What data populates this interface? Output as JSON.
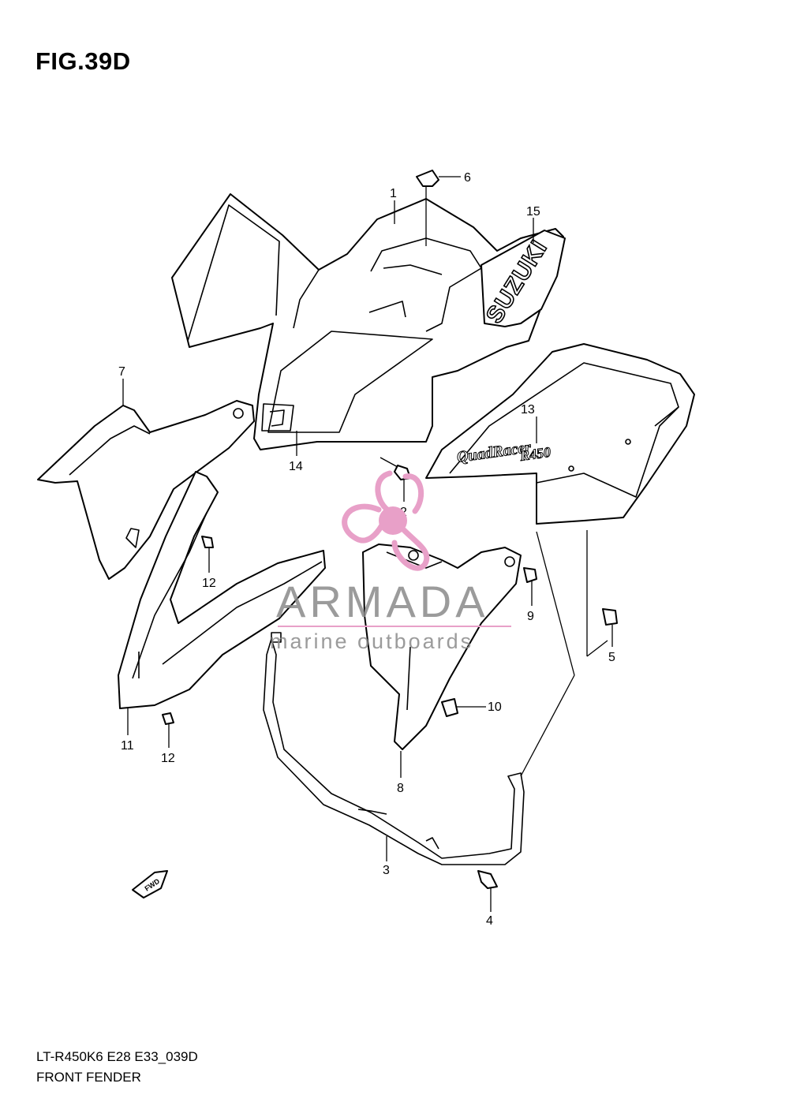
{
  "figure": {
    "title": "FIG.39D",
    "model_code": "LT-R450K6 E28 E33_039D",
    "section_name": "FRONT FENDER"
  },
  "parts": [
    {
      "ref": "1"
    },
    {
      "ref": "2"
    },
    {
      "ref": "3"
    },
    {
      "ref": "4"
    },
    {
      "ref": "5"
    },
    {
      "ref": "6"
    },
    {
      "ref": "7"
    },
    {
      "ref": "8"
    },
    {
      "ref": "9"
    },
    {
      "ref": "10"
    },
    {
      "ref": "11"
    },
    {
      "ref": "12"
    },
    {
      "ref": "12"
    },
    {
      "ref": "13"
    },
    {
      "ref": "14"
    },
    {
      "ref": "15"
    }
  ],
  "decals": {
    "brand": "SUZUKI",
    "model_line1": "QuadRacer",
    "model_line2": "R450",
    "direction": "FWD"
  },
  "watermark": {
    "name": "ARMADA",
    "tagline": "marine outboards",
    "color": "#e8a0c8"
  }
}
